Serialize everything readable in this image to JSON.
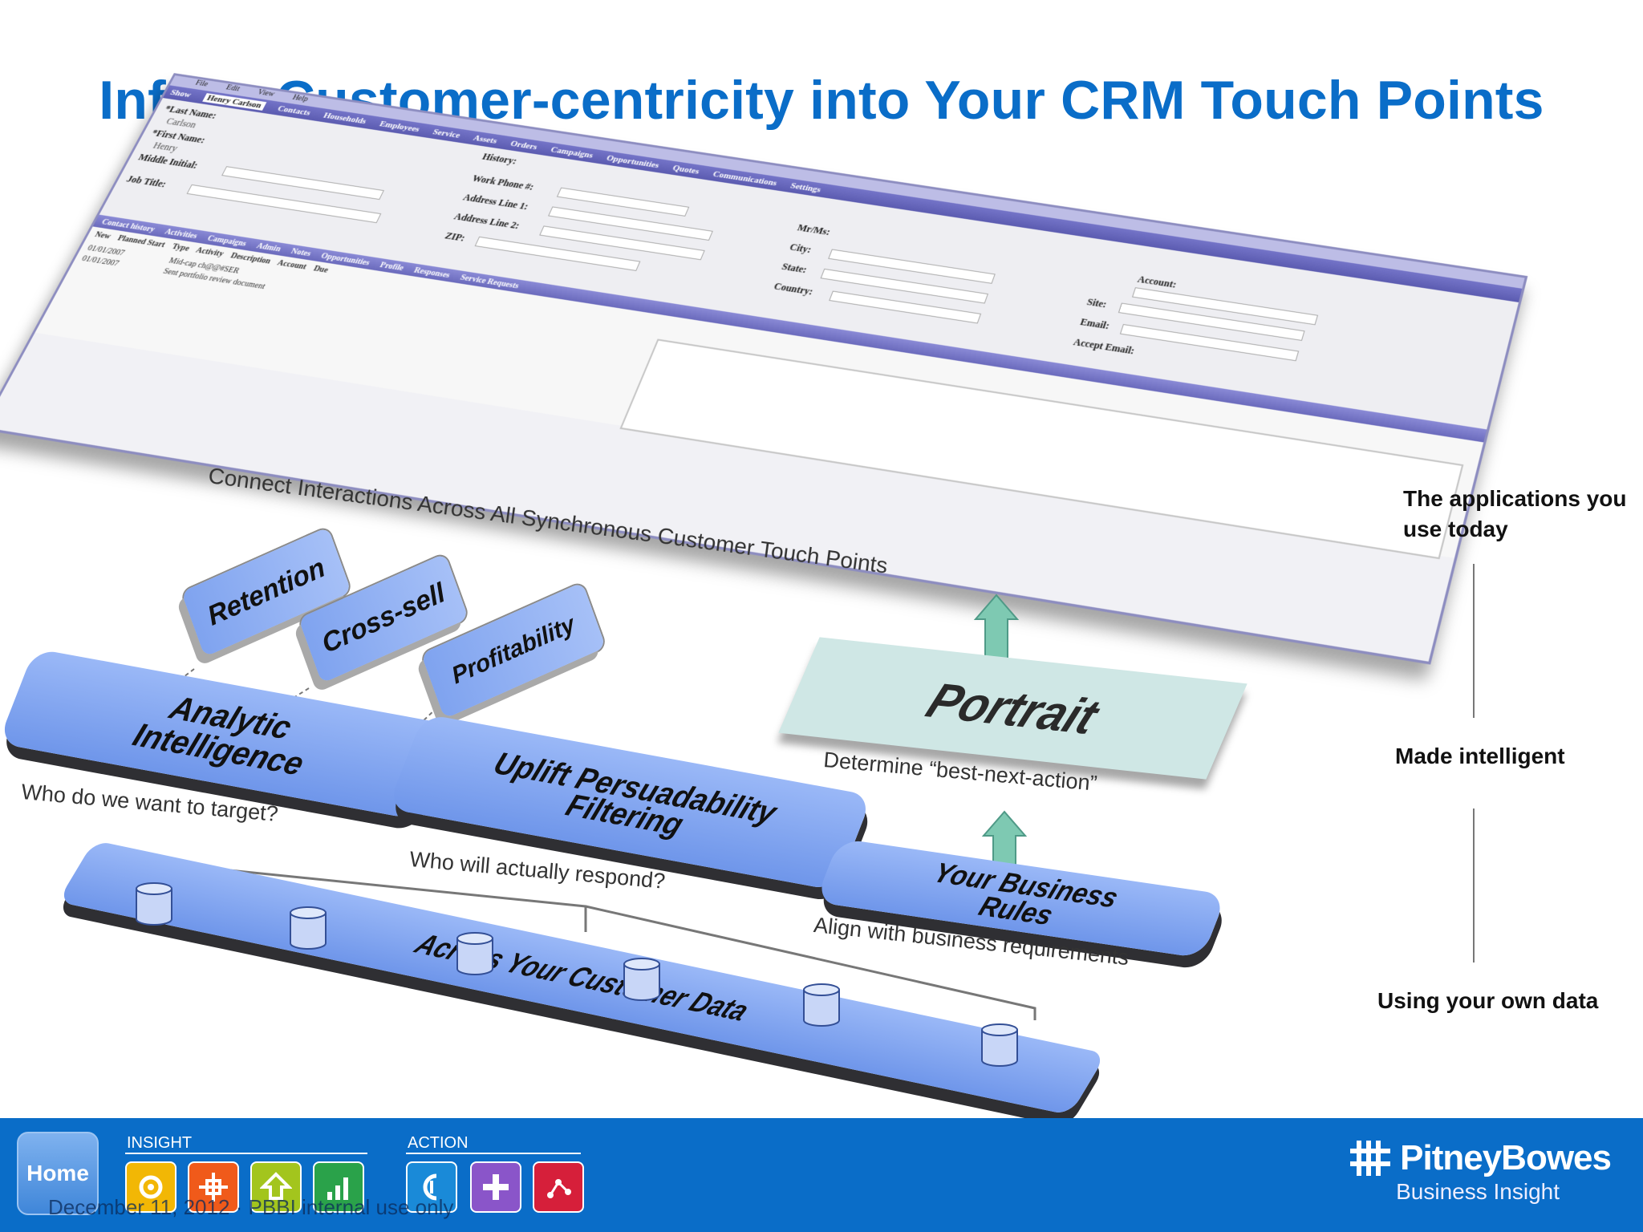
{
  "slide": {
    "title": "Infuse Customer-centricity into Your CRM Touch Points"
  },
  "crm_app": {
    "menu": [
      "File",
      "Edit",
      "View",
      "Help"
    ],
    "nav_tabs": [
      "Show",
      "Henry Carlson",
      "Contacts",
      "Households",
      "Employees",
      "Service",
      "Assets",
      "Orders",
      "Campaigns",
      "Opportunities",
      "Quotes",
      "Communications",
      "Settings"
    ],
    "fields": {
      "last_name_label": "*Last Name:",
      "last_name_value": "Carlson",
      "first_name_label": "*First Name:",
      "first_name_value": "Henry",
      "middle_initial_label": "Middle Initial:",
      "job_title_label": "Job Title:",
      "work_phone_label": "Work Phone #:",
      "address1_label": "Address Line 1:",
      "address2_label": "Address Line 2:",
      "zip_label": "ZIP:",
      "mrms_label": "Mr/Ms:",
      "city_label": "City:",
      "state_label": "State:",
      "country_label": "Country:",
      "account_label": "Account:",
      "site_label": "Site:",
      "email_label": "Email:",
      "accept_email_label": "Accept Email:",
      "history_label": "History:"
    },
    "sub_tabs": [
      "Contact history",
      "Activities",
      "Campaigns",
      "Admin",
      "Notes",
      "Opportunities",
      "Profile",
      "Responses",
      "Service Requests"
    ],
    "list_headers": [
      "New",
      "Planned Start",
      "Type",
      "Activity",
      "Description",
      "Account",
      "Due"
    ],
    "rows": [
      {
        "date": "01/01/2007",
        "text": "Mid-cap ch@@#SER"
      },
      {
        "date": "01/01/2007",
        "text": "Sent portfolio review document"
      }
    ]
  },
  "captions": {
    "connect": "Connect Interactions Across All Synchronous Customer Touch Points",
    "determine": "Determine “best-next-action”",
    "who_target": "Who do we want to target?",
    "who_respond": "Who will actually respond?",
    "align": "Align with business requirements"
  },
  "tags": {
    "retention": "Retention",
    "cross_sell": "Cross-sell",
    "profitability": "Profitability"
  },
  "blocks": {
    "analytic": "Analytic Intelligence",
    "uplift": "Uplift Persuadability Filtering",
    "rules": "Your Business Rules",
    "data": "Across Your Customer Data",
    "portrait": "Portrait"
  },
  "side_labels": {
    "apps": "The applications you use today",
    "intelligent": "Made intelligent",
    "own_data": "Using your own data"
  },
  "footer": {
    "home": "Home",
    "insight": "INSIGHT",
    "action": "ACTION",
    "footnote": "December 11, 2012 · PBBI internal use only",
    "brand": "PitneyBowes",
    "brand_sub": "Business Insight",
    "insight_icons": [
      {
        "name": "insight-icon-1",
        "color": "#f2b705"
      },
      {
        "name": "insight-icon-2",
        "color": "#f05a1a"
      },
      {
        "name": "insight-icon-3",
        "color": "#a3c51d"
      },
      {
        "name": "insight-icon-4",
        "color": "#2aa24a"
      }
    ],
    "action_icons": [
      {
        "name": "action-icon-1",
        "color": "#1a8ad8"
      },
      {
        "name": "action-icon-2",
        "color": "#8a55c9"
      },
      {
        "name": "action-icon-3",
        "color": "#d61f3a"
      }
    ]
  },
  "colors": {
    "title": "#0a6dc8",
    "block": "#7fa3ef",
    "portrait": "#cfe7e5",
    "arrow": "#7ec9b2",
    "footer": "#0a6dc8"
  }
}
